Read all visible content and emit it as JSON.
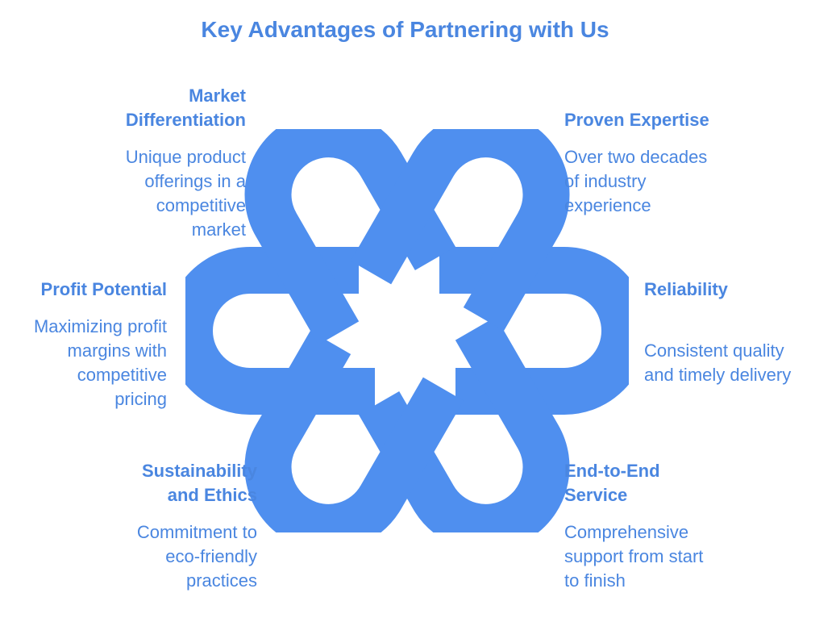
{
  "title": "Key Advantages of Partnering with Us",
  "colors": {
    "accent": "#4f8fef",
    "text": "#4a86e0",
    "background": "#ffffff"
  },
  "icon": "interlocking-loops-emblem",
  "advantages": [
    {
      "heading_lines": [
        "Market",
        "Differentiation"
      ],
      "desc_lines": [
        "Unique product",
        "offerings in a",
        "competitive",
        "market"
      ]
    },
    {
      "heading_lines": [
        "Proven Expertise"
      ],
      "desc_lines": [
        "Over two decades",
        "of industry",
        "experience"
      ]
    },
    {
      "heading_lines": [
        "Profit Potential"
      ],
      "desc_lines": [
        "Maximizing profit",
        "margins with",
        "competitive",
        "pricing"
      ]
    },
    {
      "heading_lines": [
        "Reliability"
      ],
      "desc_lines": [
        "Consistent quality",
        "and timely delivery"
      ]
    },
    {
      "heading_lines": [
        "Sustainability",
        "and Ethics"
      ],
      "desc_lines": [
        "Commitment to",
        "eco-friendly",
        "practices"
      ]
    },
    {
      "heading_lines": [
        "End-to-End",
        "Service"
      ],
      "desc_lines": [
        "Comprehensive",
        "support from start",
        "to finish"
      ]
    }
  ]
}
